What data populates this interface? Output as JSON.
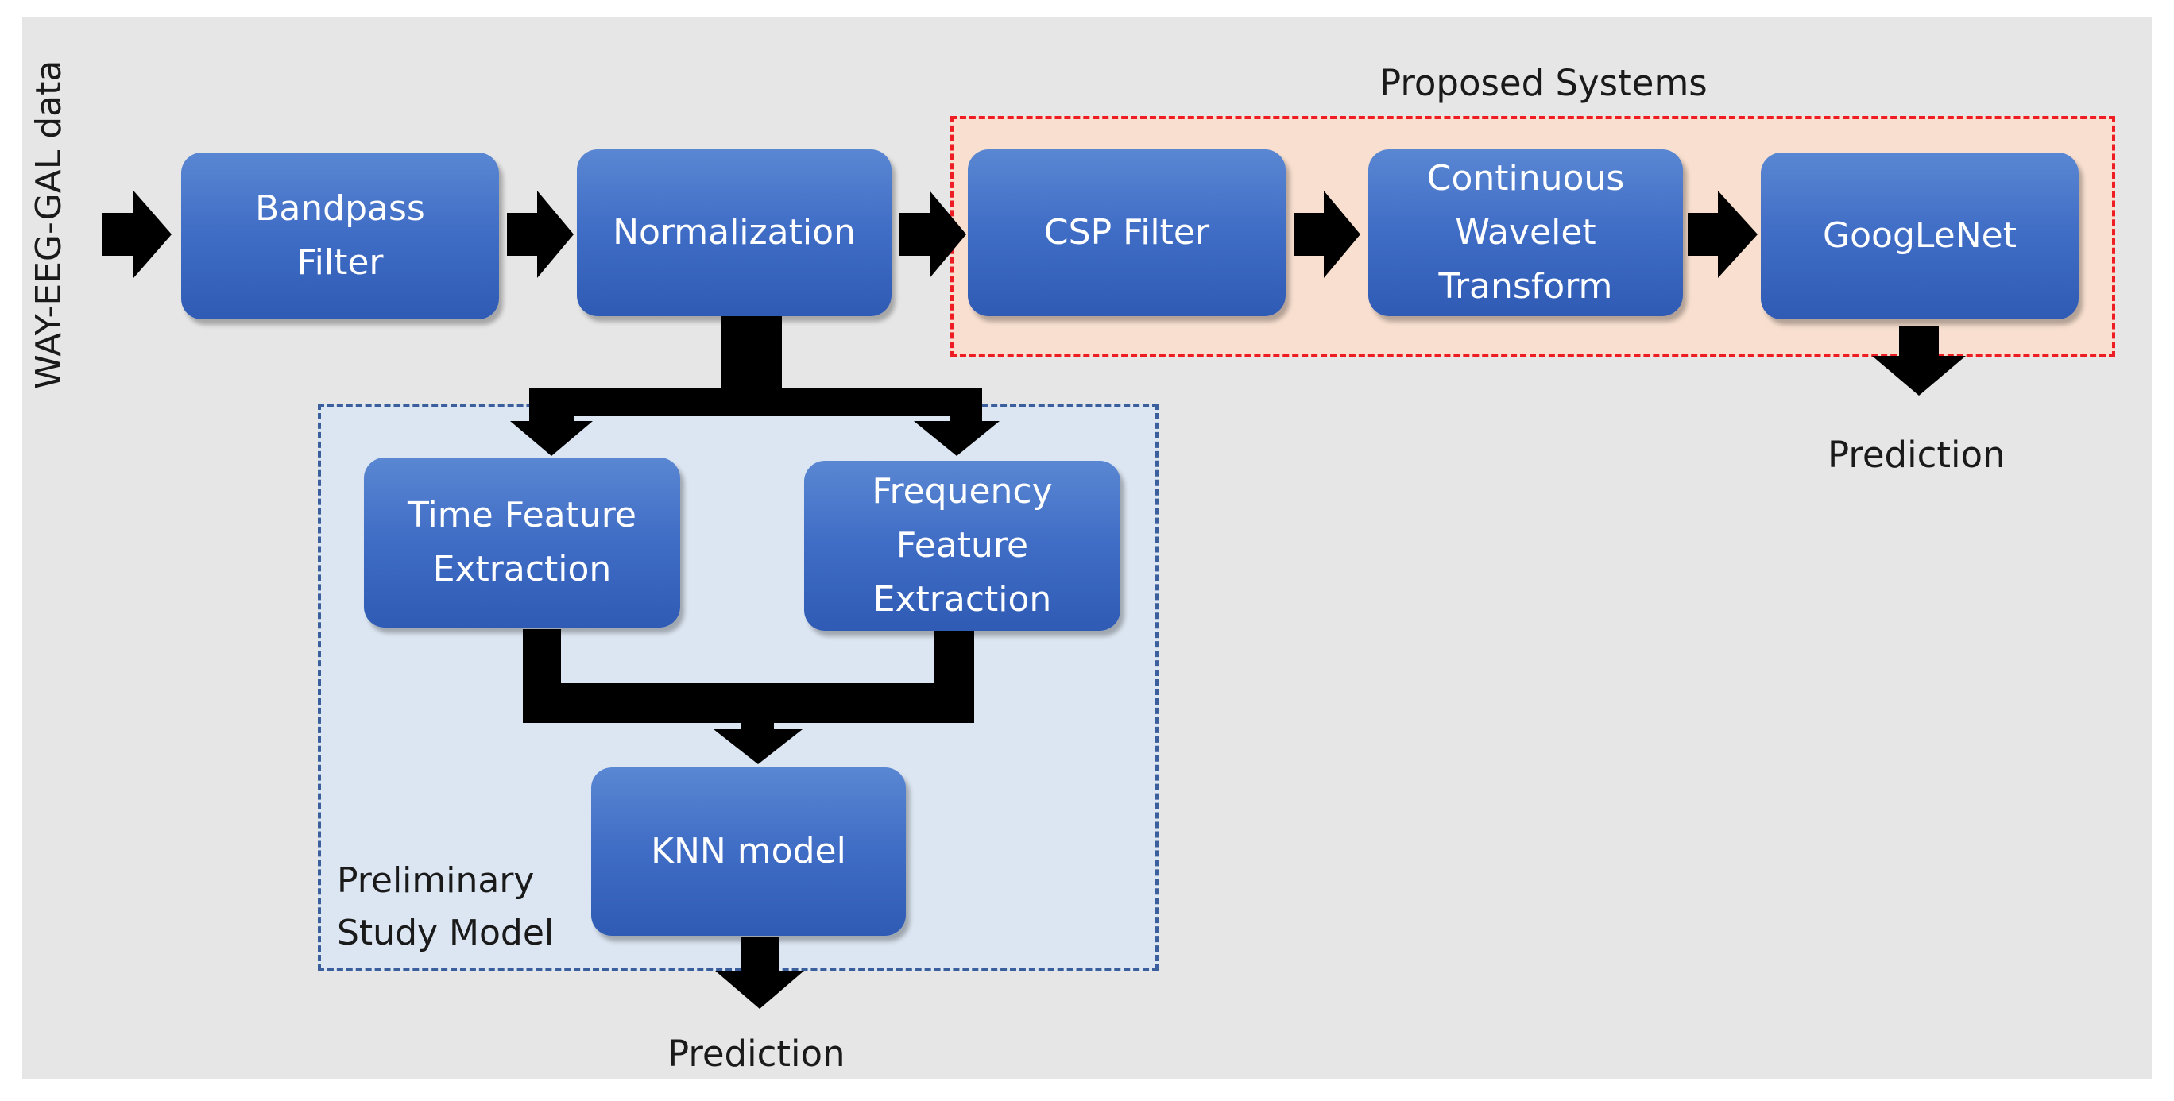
{
  "input_label": "WAY-EEG-GAL data",
  "blocks": {
    "bandpass": "Bandpass\nFilter",
    "normalization": "Normalization",
    "csp": "CSP Filter",
    "cwt": "Continuous\nWavelet\nTransform",
    "googlenet": "GoogLeNet",
    "time_feature": "Time Feature\nExtraction",
    "freq_feature": "Frequency\nFeature\nExtraction",
    "knn": "KNN model"
  },
  "regions": {
    "proposed": "Proposed Systems",
    "preliminary": "Preliminary\nStudy Model"
  },
  "outputs": {
    "googlenet_prediction": "Prediction",
    "knn_prediction": "Prediction"
  },
  "colors": {
    "block": "#3f6cc5",
    "proposed_border": "#ee1d23",
    "proposed_fill": "#f8dfcf",
    "preliminary_border": "#3a5f9c",
    "preliminary_fill": "#dce6f2",
    "arrow": "#000000"
  }
}
